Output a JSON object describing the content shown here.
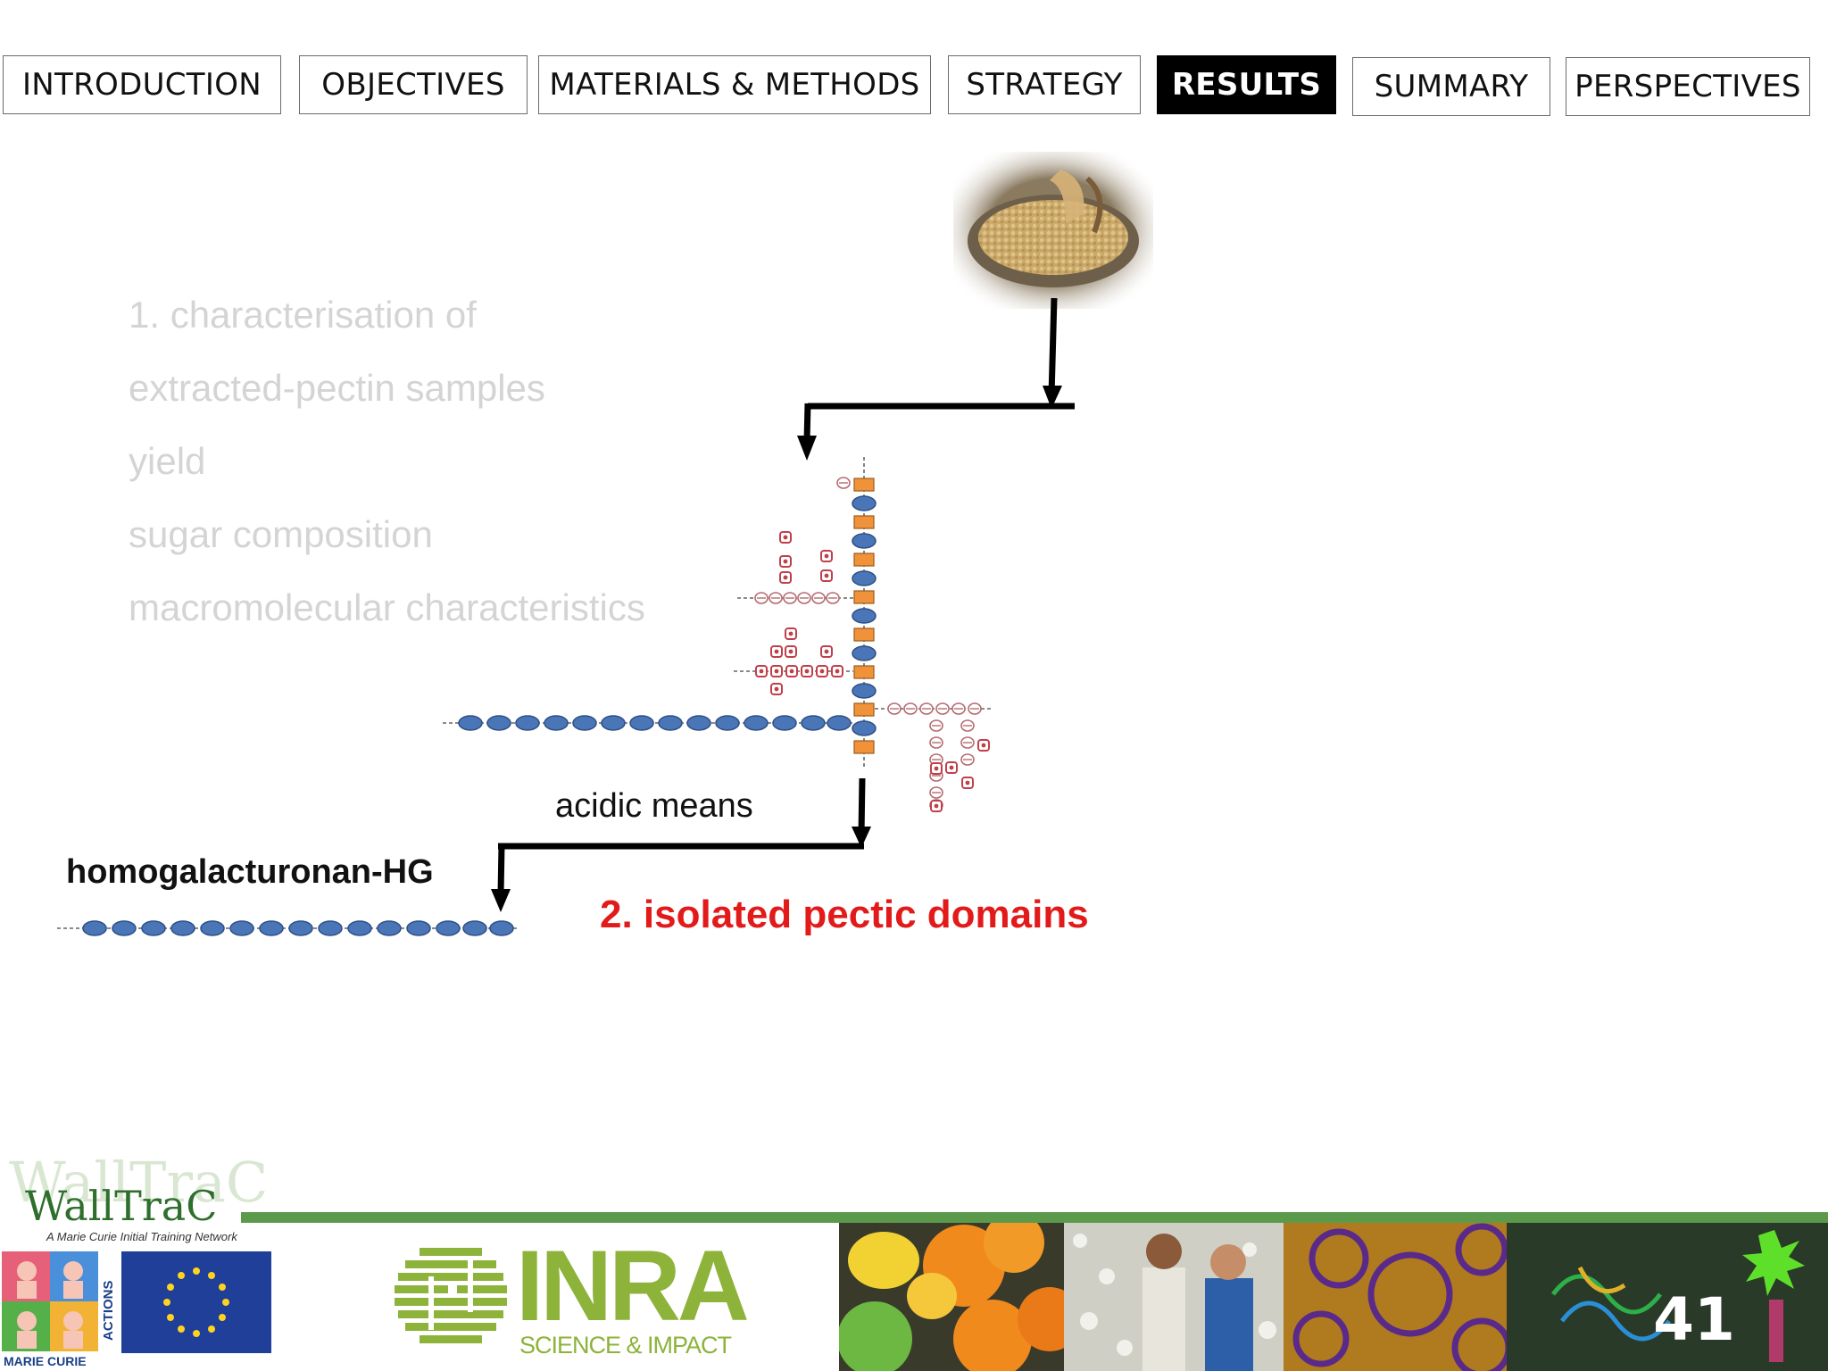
{
  "nav": {
    "tabs": [
      {
        "label": "INTRODUCTION"
      },
      {
        "label": "OBJECTIVES"
      },
      {
        "label": "MATERIALS & METHODS"
      },
      {
        "label": "STRATEGY"
      },
      {
        "label": "RESULTS"
      },
      {
        "label": "SUMMARY"
      },
      {
        "label": "PERSPECTIVES"
      }
    ],
    "active": "RESULTS"
  },
  "outline": {
    "items": [
      "1.   characterisation of",
      "extracted-pectin samples",
      "yield",
      "sugar composition",
      "macromolecular characteristics"
    ]
  },
  "diagram": {
    "step_label": "acidic means",
    "product_label": "homogalacturonan-HG",
    "highlight": "2. isolated pectic domains"
  },
  "footer": {
    "logo_text": "WallTraC",
    "network_text": "A Marie Curie Initial Training Network",
    "actions_text": "ACTIONS",
    "marie_curie_text": "MARIE CURIE",
    "inra_text": "INRA",
    "inra_tagline": "SCIENCE & IMPACT",
    "slide_number": "41"
  },
  "colors": {
    "galacturonic": "#4a76b8",
    "rhamnose": "#f0923a",
    "side_chain": "#c0404a",
    "highlight": "#e21a1a",
    "footer_green": "#5c9a4b"
  }
}
